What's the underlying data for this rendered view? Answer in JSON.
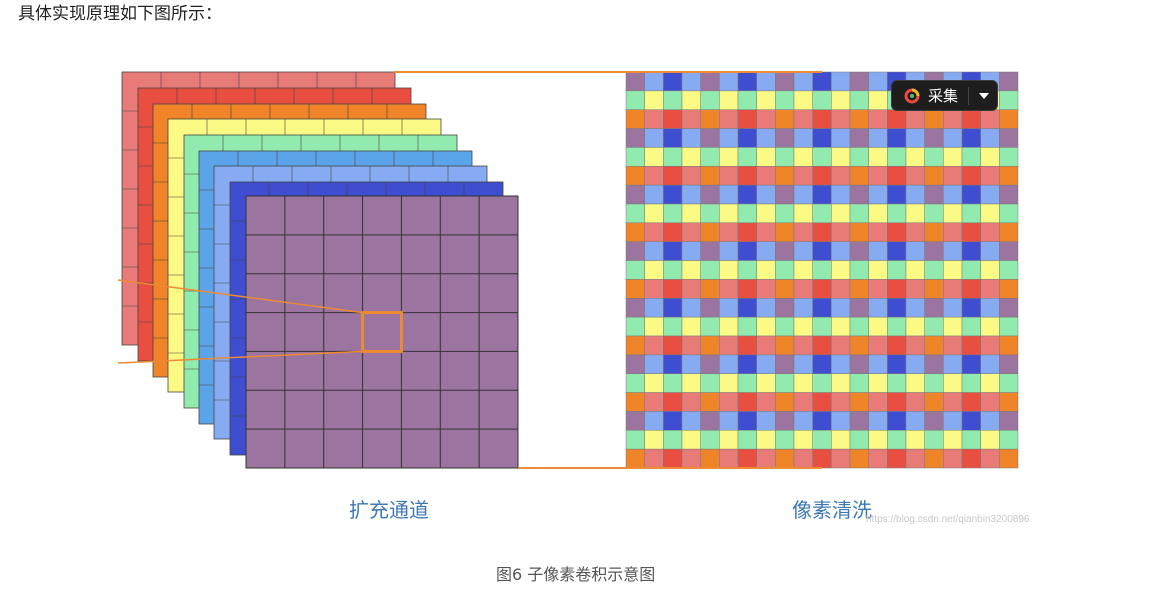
{
  "intro": {
    "text": "具体实现原理如下图所示："
  },
  "figure": {
    "left_panel_label": "扩充通道",
    "right_panel_label": "像素清洗",
    "watermark": "https://blog.csdn.net/qianbin3200896",
    "caption": "图6 子像素卷积示意图",
    "layer_colors": [
      "#e87a78",
      "#e84f40",
      "#f08429",
      "#fbfa84",
      "#92ebae",
      "#5ba4e9",
      "#86abf2",
      "#3f4dd0"
    ],
    "front_layer_color": "#9b749f",
    "highlight_color": "#ee8a33",
    "pattern_colors": [
      [
        "#9b749f",
        "#86abf2",
        "#3f4dd0",
        "#86abf2"
      ],
      [
        "#92ebae",
        "#fbfa84",
        "#92ebae",
        "#fbfa84"
      ],
      [
        "#f08429",
        "#e87a78",
        "#e84f40",
        "#e87a78"
      ]
    ]
  },
  "toolbar": {
    "collect_label": "采集",
    "collect_icon": "collect-logo-icon",
    "dropdown_icon": "caret-down-icon"
  }
}
